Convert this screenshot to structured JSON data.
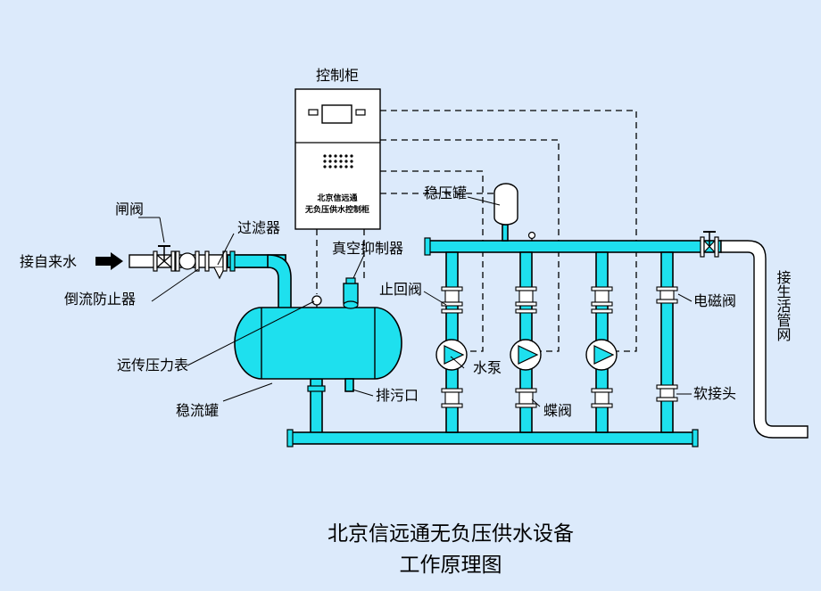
{
  "labels": {
    "control_cabinet": "控制柜",
    "cabinet_text_1": "北京信远通",
    "cabinet_text_2": "无负压供水控制柜",
    "gate_valve": "闸阀",
    "inlet": "接自来水",
    "backflow_preventer": "倒流防止器",
    "filter": "过滤器",
    "vacuum_suppressor": "真空抑制器",
    "pressure_tank": "稳压罐",
    "check_valve": "止回阀",
    "solenoid_valve": "电磁阀",
    "outlet": "接生活管网",
    "remote_gauge": "远传压力表",
    "pump": "水泵",
    "flex_joint": "软接头",
    "stabilizer_tank": "稳流罐",
    "drain": "排污口",
    "butterfly_valve": "蝶阀"
  },
  "title": {
    "line1": "北京信远通无负压供水设备",
    "line2": "工作原理图"
  },
  "colors": {
    "background": "#dceafb",
    "water": "#1ee0ee",
    "panel": "#ffffff"
  }
}
